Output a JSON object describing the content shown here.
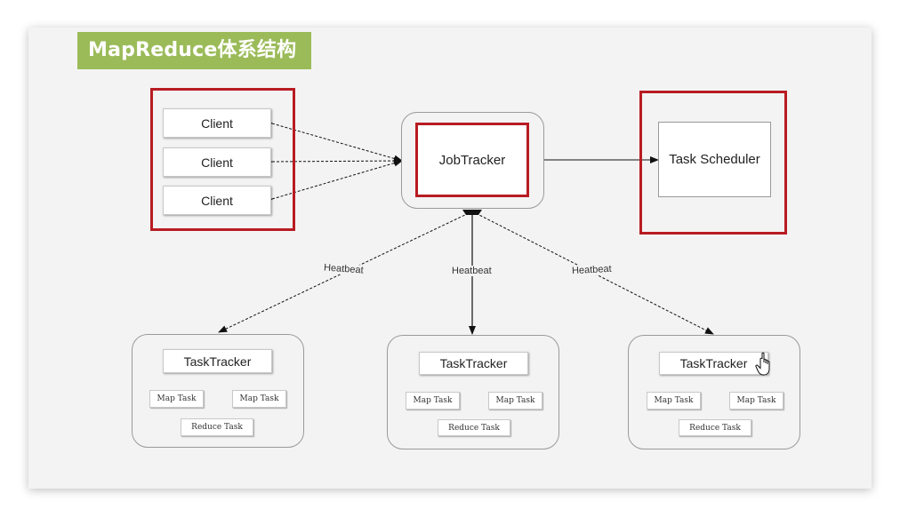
{
  "title": "MapReduce体系结构",
  "clients": [
    "Client",
    "Client",
    "Client"
  ],
  "jobtracker": "JobTracker",
  "scheduler": "Task Scheduler",
  "heartbeats": [
    "Heatbeat",
    "Heatbeat",
    "Heatbeat"
  ],
  "tasktrackers": [
    {
      "label": "TaskTracker",
      "map1": "Map Task",
      "map2": "Map Task",
      "reduce": "Reduce Task"
    },
    {
      "label": "TaskTracker",
      "map1": "Map Task",
      "map2": "Map Task",
      "reduce": "Reduce Task"
    },
    {
      "label": "TaskTracker",
      "map1": "Map Task",
      "map2": "Map Task",
      "reduce": "Reduce Task"
    }
  ],
  "colors": {
    "banner": "#9bbb59",
    "highlight": "#b81c22"
  },
  "icons": [
    "hand-pointer-cursor-icon"
  ]
}
